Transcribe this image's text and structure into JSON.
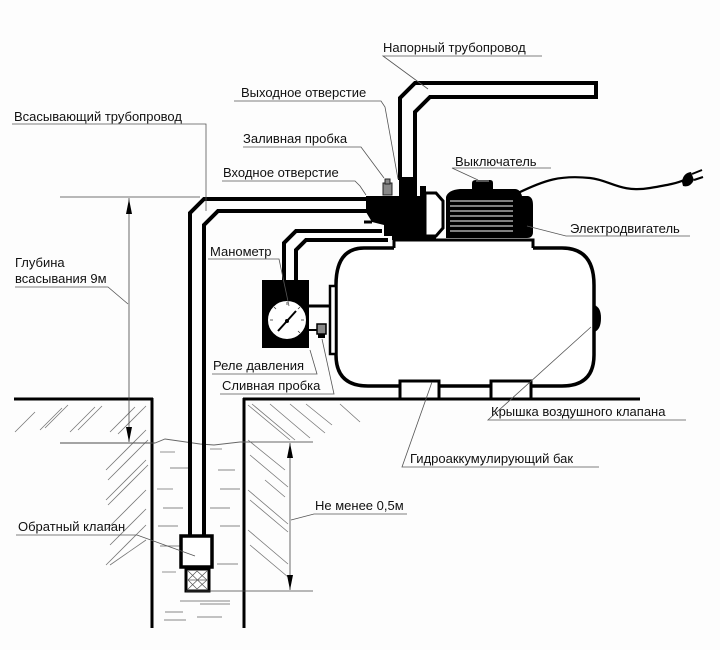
{
  "diagram": {
    "title": "Схема подключения насосной станции к скважине",
    "colors": {
      "ink": "#000000",
      "leader": "#555555",
      "hatch": "#777777",
      "fitting": "#888888",
      "background": "#fdfdfd"
    },
    "labels": {
      "pressure_pipe": "Напорный трубопровод",
      "outlet": "Выходное отверстие",
      "suction_pipe": "Всасывающий трубопровод",
      "filler_plug": "Заливная пробка",
      "inlet": "Входное отверстие",
      "switch": "Выключатель",
      "motor": "Электродвигатель",
      "manometer": "Манометр",
      "suction_depth_line1": "Глубина",
      "suction_depth_line2": "всасывания 9м",
      "pressure_relay": "Реле давления",
      "drain_plug": "Сливная пробка",
      "air_valve_cover": "Крышка воздушного клапана",
      "accumulator_tank": "Гидроаккумулирующий бак",
      "min_depth": "Не менее 0,5м",
      "check_valve": "Обратный клапан"
    },
    "dimensions": {
      "suction_depth_m": 9,
      "min_submersion_m": 0.5
    },
    "components": [
      {
        "id": "pressure-pipe",
        "name": "Напорный трубопровод"
      },
      {
        "id": "suction-pipe",
        "name": "Всасывающий трубопровод"
      },
      {
        "id": "pump",
        "name": "Насос"
      },
      {
        "id": "electric-motor",
        "name": "Электродвигатель"
      },
      {
        "id": "power-switch",
        "name": "Выключатель"
      },
      {
        "id": "power-cord-plug",
        "name": "Вилка"
      },
      {
        "id": "manometer",
        "name": "Манометр"
      },
      {
        "id": "pressure-relay",
        "name": "Реле давления"
      },
      {
        "id": "drain-plug",
        "name": "Сливная пробка"
      },
      {
        "id": "accumulator-tank",
        "name": "Гидроаккумулирующий бак"
      },
      {
        "id": "air-valve-cover",
        "name": "Крышка воздушного клапана"
      },
      {
        "id": "check-valve",
        "name": "Обратный клапан"
      },
      {
        "id": "well",
        "name": "Скважина"
      }
    ]
  }
}
